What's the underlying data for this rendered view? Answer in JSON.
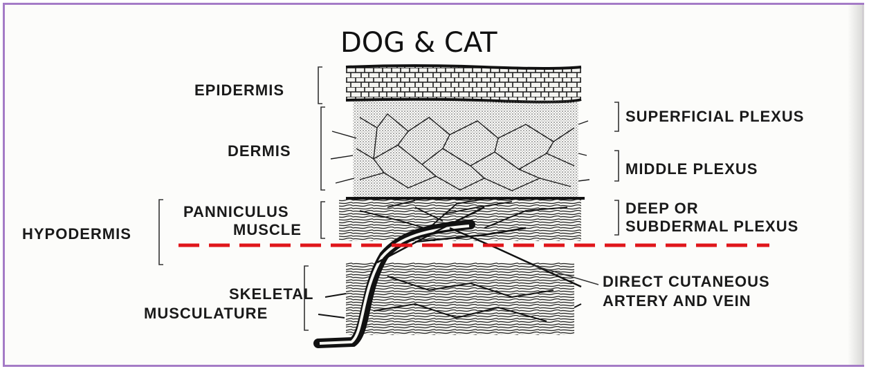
{
  "title": "DOG & CAT",
  "labels": {
    "epidermis": "EPIDERMIS",
    "dermis": "DERMIS",
    "panniculus_line1": "PANNICULUS",
    "panniculus_line2": "MUSCLE",
    "hypodermis": "HYPODERMIS",
    "skeletal_line1": "SKELETAL",
    "skeletal_line2": "MUSCULATURE",
    "superficial_plexus": "SUPERFICIAL PLEXUS",
    "middle_plexus": "MIDDLE PLEXUS",
    "deep_line1": "DEEP OR",
    "deep_line2": "SUBDERMAL PLEXUS",
    "direct_line1": "DIRECT CUTANEOUS",
    "direct_line2": "ARTERY AND VEIN"
  },
  "colors": {
    "frame_border": "#a47bc6",
    "dashed_line": "#e0161b",
    "ink": "#1a1a1a"
  }
}
